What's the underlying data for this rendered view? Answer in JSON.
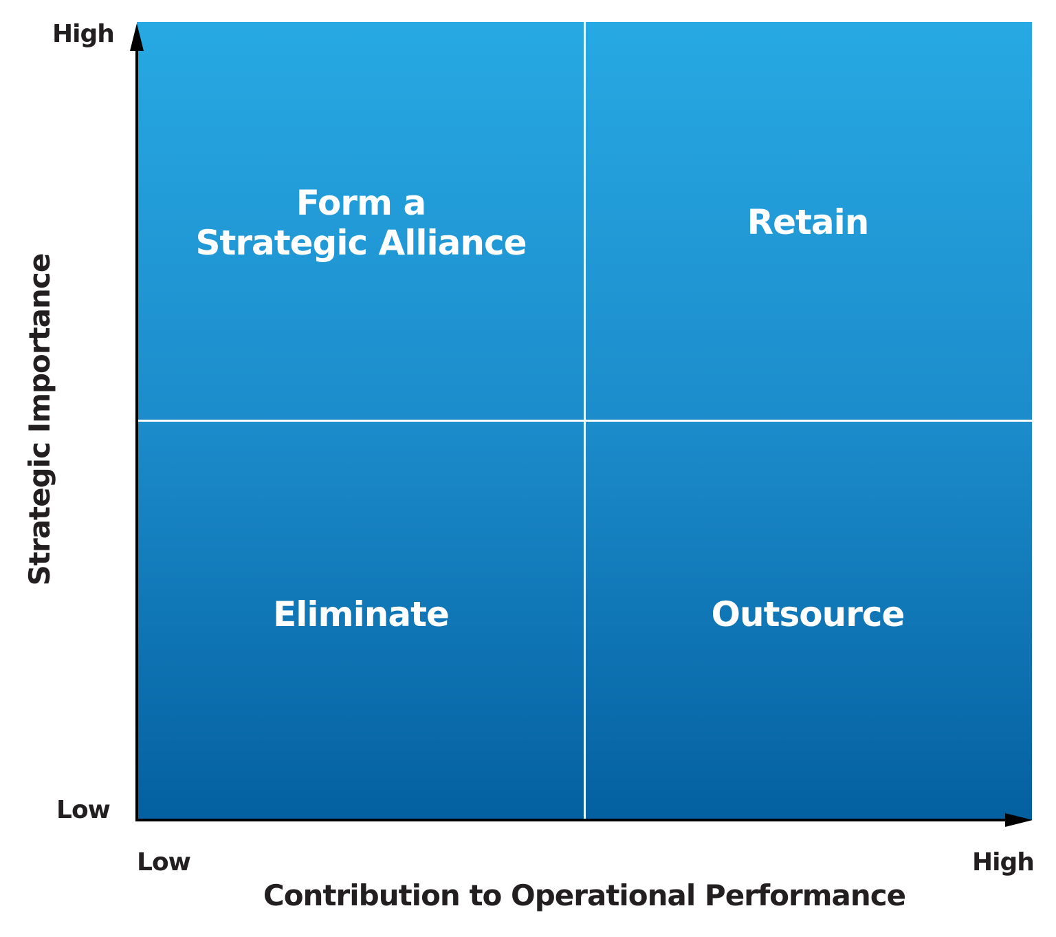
{
  "quadrants": {
    "top_left": {
      "line1": "Form a",
      "line2": "Strategic Alliance"
    },
    "top_right": "Retain",
    "bottom_left": "Eliminate",
    "bottom_right": "Outsource"
  },
  "y_axis": {
    "title": "Strategic Importance",
    "high": "High",
    "low": "Low"
  },
  "x_axis": {
    "title": "Contribution to Operational Performance",
    "low": "Low",
    "high": "High"
  },
  "colors": {
    "gradient_top": "#27a9e3",
    "gradient_bottom": "#0460a0",
    "divider": "#ffffff",
    "text_dark": "#231f20"
  }
}
